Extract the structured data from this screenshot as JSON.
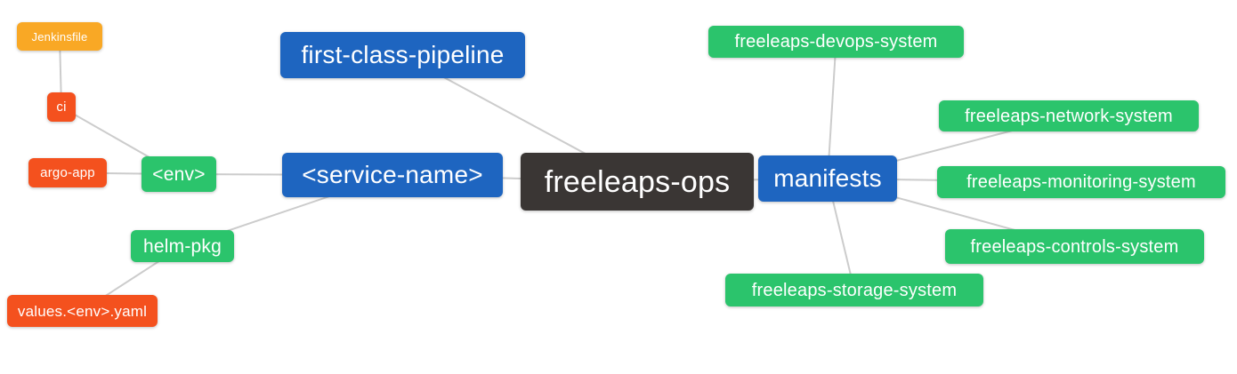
{
  "diagram": {
    "type": "mindmap",
    "background": "#ffffff",
    "edge_color": "#cccccc",
    "text_color": "#ffffff",
    "palette": {
      "blue": "#1e65c0",
      "green": "#2bc46c",
      "red": "#f4511e",
      "amber": "#f9a825",
      "dark": "#3a3634"
    },
    "nodes": [
      {
        "id": "jenkinsfile",
        "label": "Jenkinsfile",
        "color": "amber"
      },
      {
        "id": "ci",
        "label": "ci",
        "color": "red"
      },
      {
        "id": "argo-app",
        "label": "argo-app",
        "color": "red"
      },
      {
        "id": "env",
        "label": "<env>",
        "color": "green"
      },
      {
        "id": "helm-pkg",
        "label": "helm-pkg",
        "color": "green"
      },
      {
        "id": "values-env-yaml",
        "label": "values.<env>.yaml",
        "color": "red"
      },
      {
        "id": "first-class-pipeline",
        "label": "first-class-pipeline",
        "color": "blue"
      },
      {
        "id": "service-name",
        "label": "<service-name>",
        "color": "blue"
      },
      {
        "id": "freeleaps-ops",
        "label": "freeleaps-ops",
        "color": "dark"
      },
      {
        "id": "manifests",
        "label": "manifests",
        "color": "blue"
      },
      {
        "id": "freeleaps-devops-system",
        "label": "freeleaps-devops-system",
        "color": "green"
      },
      {
        "id": "freeleaps-network-system",
        "label": "freeleaps-network-system",
        "color": "green"
      },
      {
        "id": "freeleaps-monitoring-system",
        "label": "freeleaps-monitoring-system",
        "color": "green"
      },
      {
        "id": "freeleaps-controls-system",
        "label": "freeleaps-controls-system",
        "color": "green"
      },
      {
        "id": "freeleaps-storage-system",
        "label": "freeleaps-storage-system",
        "color": "green"
      }
    ],
    "edges": [
      [
        "jenkinsfile",
        "ci"
      ],
      [
        "ci",
        "env"
      ],
      [
        "argo-app",
        "env"
      ],
      [
        "env",
        "service-name"
      ],
      [
        "helm-pkg",
        "service-name"
      ],
      [
        "values-env-yaml",
        "helm-pkg"
      ],
      [
        "first-class-pipeline",
        "freeleaps-ops"
      ],
      [
        "service-name",
        "freeleaps-ops"
      ],
      [
        "freeleaps-ops",
        "manifests"
      ],
      [
        "manifests",
        "freeleaps-devops-system"
      ],
      [
        "manifests",
        "freeleaps-network-system"
      ],
      [
        "manifests",
        "freeleaps-monitoring-system"
      ],
      [
        "manifests",
        "freeleaps-controls-system"
      ],
      [
        "manifests",
        "freeleaps-storage-system"
      ]
    ]
  }
}
